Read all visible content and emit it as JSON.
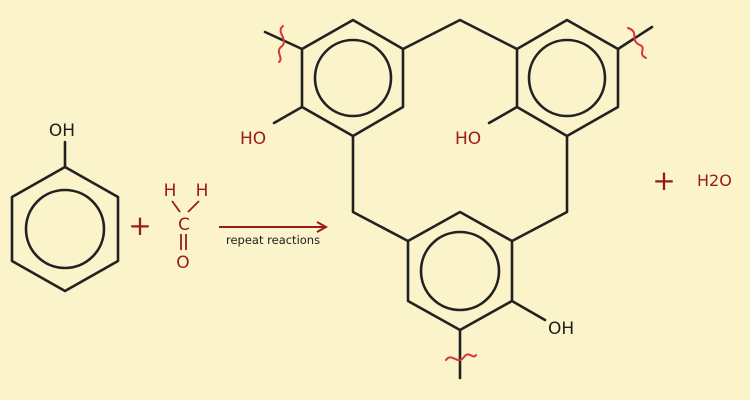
{
  "reactant_phenol": {
    "oh_label": "OH"
  },
  "plus_signs": [
    "+",
    "+",
    "+"
  ],
  "formaldehyde": {
    "h1": "H",
    "h2": "H",
    "c": "C",
    "o": "O"
  },
  "arrow": {
    "label": "repeat reactions"
  },
  "product": {
    "oh_left": "HO",
    "oh_right": "HO",
    "oh_bottom": "OH"
  },
  "byproduct": {
    "label": "H2O"
  },
  "colors": {
    "background": "#fbf3c9",
    "bonds": "#222222",
    "red_text": "#9a1a1a",
    "wavy": "#d9343a"
  }
}
